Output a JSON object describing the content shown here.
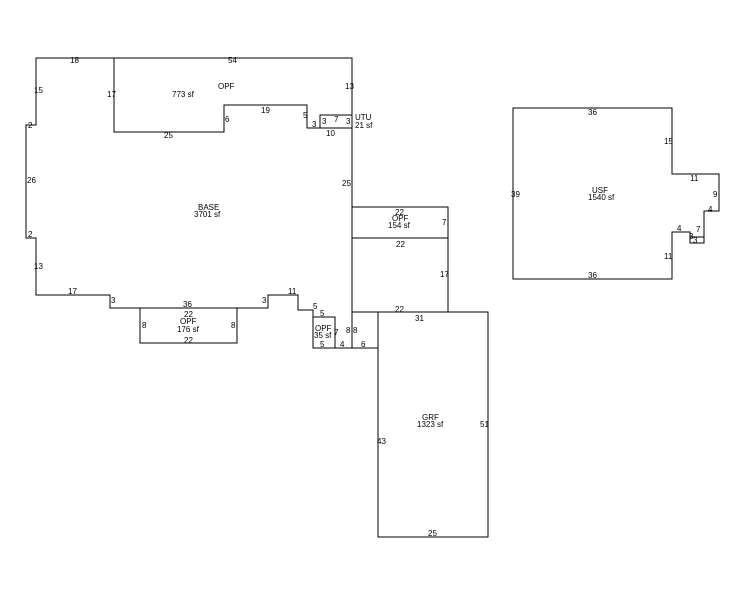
{
  "areas": {
    "opf_top": {
      "code": "OPF",
      "size": "773 sf"
    },
    "utu": {
      "code": "UTU",
      "size": "21 sf"
    },
    "base": {
      "code": "BASE",
      "size": "3701 sf"
    },
    "opf_right": {
      "code": "OPF",
      "size": "154 sf"
    },
    "opf_bottom": {
      "code": "OPF",
      "size": "176 sf"
    },
    "opf_small": {
      "code": "OPF",
      "size": "35 sf"
    },
    "grf": {
      "code": "GRF",
      "size": "1323 sf"
    },
    "usf": {
      "code": "USF",
      "size": "1540 sf"
    }
  },
  "dimensions": {
    "base_top_left": "18",
    "base_top": "54",
    "base_left_upper": "15",
    "base_notch_upper": "2",
    "base_left": "26",
    "base_notch_lower": "2",
    "base_left_lower": "13",
    "base_bottom_left": "17",
    "base_step_left": "3",
    "base_bottom_mid": "36",
    "base_step_right": "3",
    "base_bottom_right": "11",
    "base_step_down": "5",
    "base_right_upper": "25",
    "base_right_lower": "17",
    "opf_top_left": "17",
    "opf_top_right": "13",
    "opf_top_bottom": "25",
    "opf_top_step": "6",
    "opf_top_inner": "19",
    "opf_top_drop": "5",
    "opf_top_jog": "3",
    "opf_top_base": "10",
    "utu_left": "3",
    "utu_top": "7",
    "utu_right": "3",
    "opf_right_top": "22",
    "opf_right_side": "7",
    "opf_right_bottom": "22",
    "opf_bottom_top": "22",
    "opf_bottom_left": "8",
    "opf_bottom_right": "8",
    "opf_bottom_bottom": "22",
    "opf_small_top": "5",
    "opf_small_right": "7",
    "opf_small_bottom": "5",
    "opf_small_step": "4",
    "grf_top_left": "22",
    "grf_side_left": "8",
    "grf_side_right": "8",
    "grf_top": "31",
    "grf_step": "6",
    "grf_left": "43",
    "grf_right": "51",
    "grf_bottom": "25",
    "usf_top": "36",
    "usf_left": "39",
    "usf_right_upper": "15",
    "usf_step_out": "11",
    "usf_right": "9",
    "usf_step_in": "4",
    "usf_notch_top": "4",
    "usf_notch_side": "7",
    "usf_notch_a": "3",
    "usf_notch_b": "3",
    "usf_right_lower": "11",
    "usf_bottom": "36"
  }
}
